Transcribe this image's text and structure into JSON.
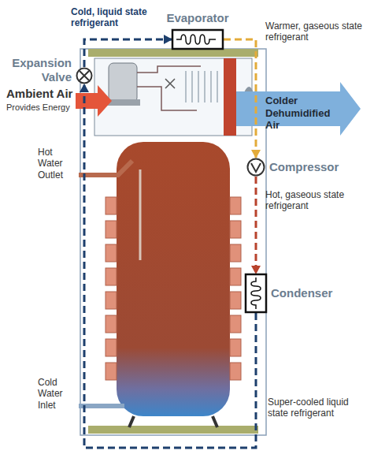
{
  "diagram": {
    "nodes": [
      {
        "text": [
          "Evaporator"
        ]
      },
      {
        "text": [
          "Expansion Valve"
        ]
      },
      {
        "text": [
          "Compressor"
        ]
      },
      {
        "text": [
          "Condenser"
        ]
      }
    ],
    "edges": [
      {
        "from": 1,
        "to": 0,
        "label": "Cold, liquid state refrigerant",
        "arrow": "to"
      },
      {
        "from": 0,
        "to": 2,
        "label": "Warmer, gaseous state refrigerant",
        "arrow": "to"
      },
      {
        "from": 2,
        "to": 3,
        "label": "Hot, gaseous state refrigerant",
        "arrow": "to"
      },
      {
        "from": 3,
        "to": 1,
        "label": "Super-cooled liquid state refrigerant",
        "arrow": "to"
      }
    ],
    "labels": [
      "Ambient Air",
      "Provides Energy",
      "Colder Dehumidified Air",
      "Hot Water Outlet",
      "Cold Water Inlet"
    ]
  }
}
